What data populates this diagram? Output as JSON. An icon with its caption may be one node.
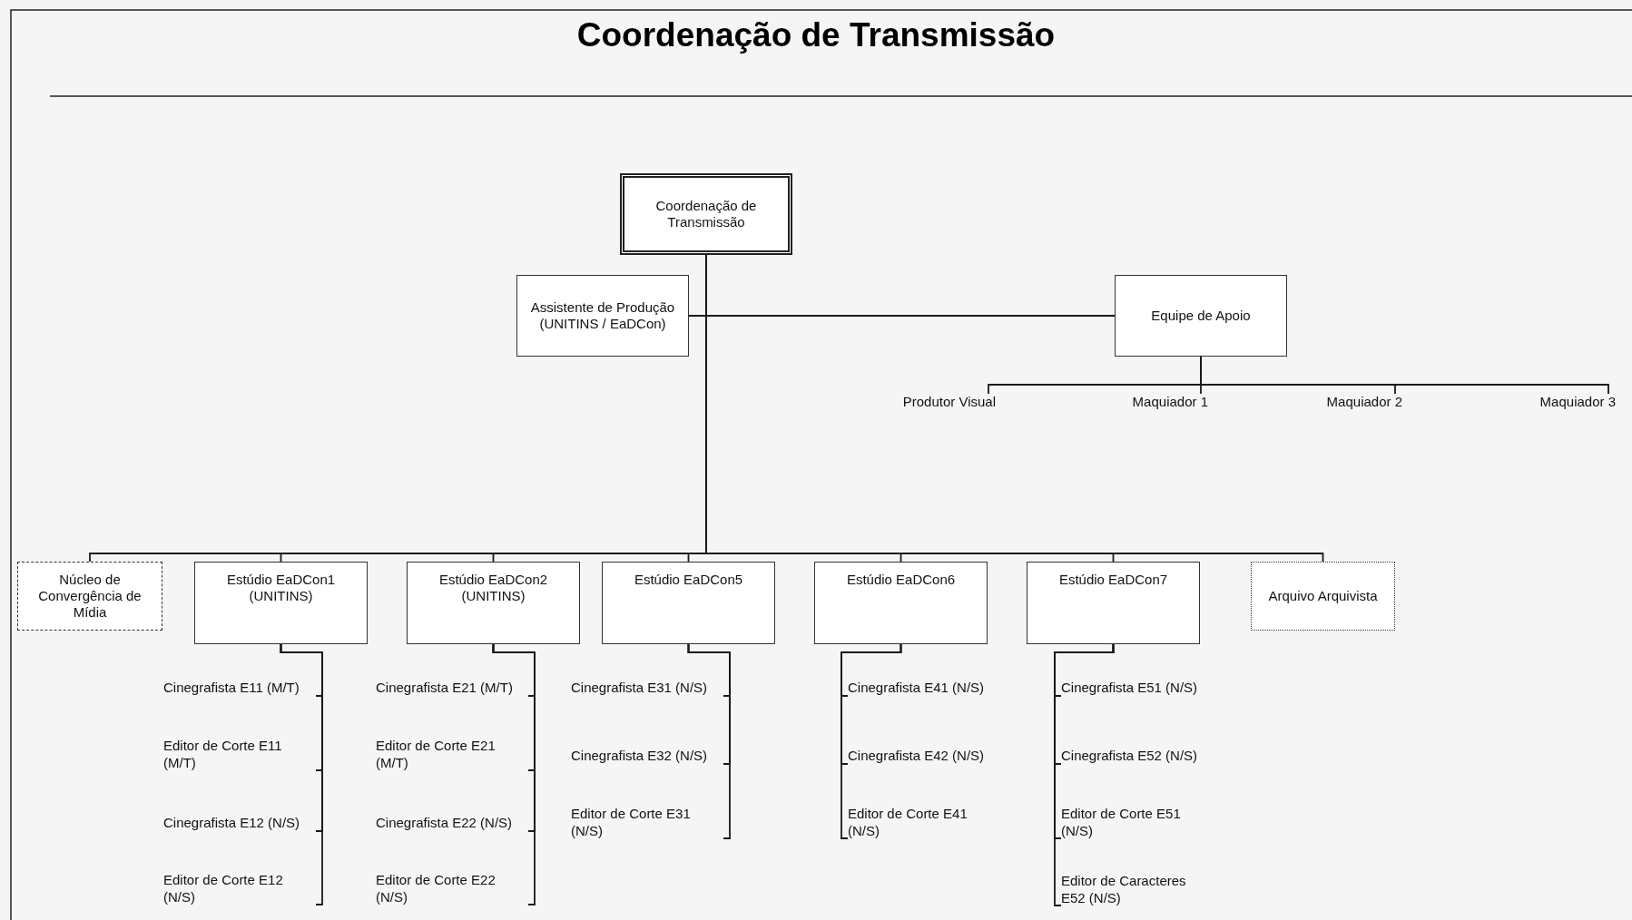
{
  "diagram": {
    "title": "Coordenação de Transmissão",
    "nodes": [
      {
        "text": [
          "Coordenação de Transmissão"
        ]
      },
      {
        "text": [
          "Assistente de Produção (UNITINS / EaDCon)"
        ]
      },
      {
        "text": [
          "Equipe de Apoio"
        ]
      },
      {
        "text": [
          "Produtor Visual"
        ]
      },
      {
        "text": [
          "Maquiador 1"
        ]
      },
      {
        "text": [
          "Maquiador 2"
        ]
      },
      {
        "text": [
          "Maquiador 3"
        ]
      },
      {
        "text": [
          "Núcleo de Convergência de Mídia"
        ]
      },
      {
        "text": [
          "Estúdio EaDCon1 (UNITINS)"
        ]
      },
      {
        "text": [
          "Estúdio EaDCon2 (UNITINS)"
        ]
      },
      {
        "text": [
          "Estúdio EaDCon5"
        ]
      },
      {
        "text": [
          "Estúdio EaDCon6"
        ]
      },
      {
        "text": [
          "Estúdio EaDCon7"
        ]
      },
      {
        "text": [
          "Arquivo Arquivista"
        ]
      },
      {
        "text": [
          "Cinegrafista E11 (M/T)"
        ]
      },
      {
        "text": [
          "Editor de Corte E11 (M/T)"
        ]
      },
      {
        "text": [
          "Cinegrafista E12 (N/S)"
        ]
      },
      {
        "text": [
          "Editor de Corte E12 (N/S)"
        ]
      },
      {
        "text": [
          "Cinegrafista E21 (M/T)"
        ]
      },
      {
        "text": [
          "Editor de Corte E21 (M/T)"
        ]
      },
      {
        "text": [
          "Cinegrafista E22 (N/S)"
        ]
      },
      {
        "text": [
          "Editor de Corte E22 (N/S)"
        ]
      },
      {
        "text": [
          "Cinegrafista E31 (N/S)"
        ]
      },
      {
        "text": [
          "Cinegrafista E32 (N/S)"
        ]
      },
      {
        "text": [
          "Editor de Corte E31 (N/S)"
        ]
      },
      {
        "text": [
          "Cinegrafista E41 (N/S)"
        ]
      },
      {
        "text": [
          "Cinegrafista E42 (N/S)"
        ]
      },
      {
        "text": [
          "Editor de Corte E41 (N/S)"
        ]
      },
      {
        "text": [
          "Cinegrafista E51 (N/S)"
        ]
      },
      {
        "text": [
          "Cinegrafista E52 (N/S)"
        ]
      },
      {
        "text": [
          "Editor de Corte E51 (N/S)"
        ]
      },
      {
        "text": [
          "Editor de Caracteres E52 (N/S)"
        ]
      }
    ],
    "edges": [
      {
        "from": 0,
        "to": 1,
        "arrow": "none"
      },
      {
        "from": 0,
        "to": 2,
        "arrow": "none"
      },
      {
        "from": 2,
        "to": 3,
        "arrow": "none"
      },
      {
        "from": 2,
        "to": 4,
        "arrow": "none"
      },
      {
        "from": 2,
        "to": 5,
        "arrow": "none"
      },
      {
        "from": 2,
        "to": 6,
        "arrow": "none"
      },
      {
        "from": 0,
        "to": 7,
        "arrow": "none"
      },
      {
        "from": 0,
        "to": 8,
        "arrow": "none"
      },
      {
        "from": 0,
        "to": 9,
        "arrow": "none"
      },
      {
        "from": 0,
        "to": 10,
        "arrow": "none"
      },
      {
        "from": 0,
        "to": 11,
        "arrow": "none"
      },
      {
        "from": 0,
        "to": 12,
        "arrow": "none"
      },
      {
        "from": 0,
        "to": 13,
        "arrow": "none"
      },
      {
        "from": 8,
        "to": 14,
        "arrow": "none"
      },
      {
        "from": 8,
        "to": 15,
        "arrow": "none"
      },
      {
        "from": 8,
        "to": 16,
        "arrow": "none"
      },
      {
        "from": 8,
        "to": 17,
        "arrow": "none"
      },
      {
        "from": 9,
        "to": 18,
        "arrow": "none"
      },
      {
        "from": 9,
        "to": 19,
        "arrow": "none"
      },
      {
        "from": 9,
        "to": 20,
        "arrow": "none"
      },
      {
        "from": 9,
        "to": 21,
        "arrow": "none"
      },
      {
        "from": 10,
        "to": 22,
        "arrow": "none"
      },
      {
        "from": 10,
        "to": 23,
        "arrow": "none"
      },
      {
        "from": 10,
        "to": 24,
        "arrow": "none"
      },
      {
        "from": 11,
        "to": 25,
        "arrow": "none"
      },
      {
        "from": 11,
        "to": 26,
        "arrow": "none"
      },
      {
        "from": 11,
        "to": 27,
        "arrow": "none"
      },
      {
        "from": 12,
        "to": 28,
        "arrow": "none"
      },
      {
        "from": 12,
        "to": 29,
        "arrow": "none"
      },
      {
        "from": 12,
        "to": 30,
        "arrow": "none"
      },
      {
        "from": 12,
        "to": 31,
        "arrow": "none"
      }
    ]
  }
}
